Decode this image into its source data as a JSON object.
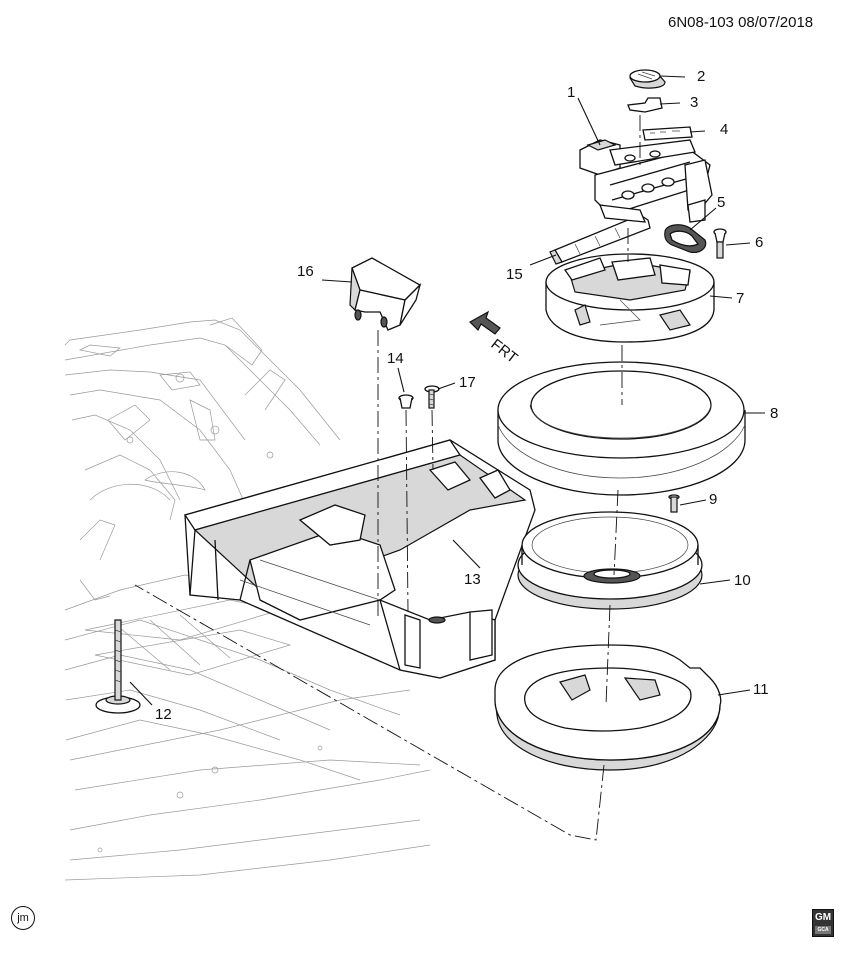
{
  "header": {
    "code": "6N08-103",
    "date": "08/07/2018"
  },
  "footer": {
    "left_badge": "jm",
    "right_logo_letters": "GM",
    "right_logo_sub": "GCA"
  },
  "front_indicator": "FRT",
  "callouts": [
    {
      "id": "1",
      "label": "1"
    },
    {
      "id": "2",
      "label": "2"
    },
    {
      "id": "3",
      "label": "3"
    },
    {
      "id": "4",
      "label": "4"
    },
    {
      "id": "5",
      "label": "5"
    },
    {
      "id": "6",
      "label": "6"
    },
    {
      "id": "7",
      "label": "7"
    },
    {
      "id": "8",
      "label": "8"
    },
    {
      "id": "9",
      "label": "9"
    },
    {
      "id": "10",
      "label": "10"
    },
    {
      "id": "11",
      "label": "11"
    },
    {
      "id": "12",
      "label": "12"
    },
    {
      "id": "13",
      "label": "13"
    },
    {
      "id": "14",
      "label": "14"
    },
    {
      "id": "15",
      "label": "15"
    },
    {
      "id": "16",
      "label": "16"
    },
    {
      "id": "17",
      "label": "17"
    }
  ],
  "colors": {
    "line": "#111111",
    "shade": "#d8d8d8",
    "dark": "#555555"
  }
}
